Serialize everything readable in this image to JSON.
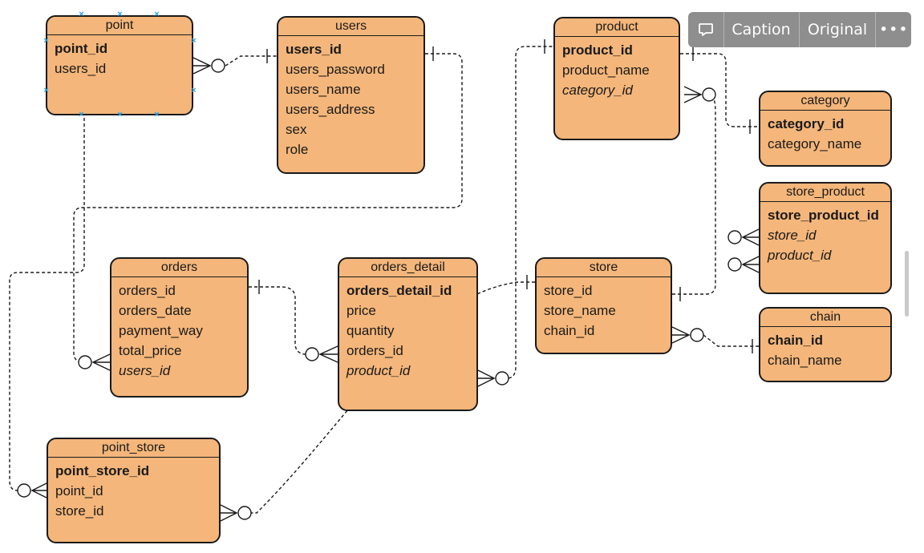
{
  "toolbar": {
    "comment_icon": "speech-bubble-icon",
    "caption_label": "Caption",
    "original_label": "Original",
    "more_icon": "•••"
  },
  "colors": {
    "entity_fill": "#f4b67a",
    "entity_border": "#1a1a1a",
    "selection_handle": "#29a3e6",
    "toolbar_bg": "#8e8e8e"
  },
  "entities": {
    "point": {
      "title": "point",
      "attrs": [
        "point_id",
        "users_id"
      ]
    },
    "users": {
      "title": "users",
      "attrs": [
        "users_id",
        "users_password",
        "users_name",
        "users_address",
        "sex",
        "role"
      ]
    },
    "product": {
      "title": "product",
      "attrs": [
        "product_id",
        "product_name",
        "category_id"
      ]
    },
    "category": {
      "title": "category",
      "attrs": [
        "category_id",
        "category_name"
      ]
    },
    "store_product": {
      "title": "store_product",
      "attrs": [
        "store_product_id",
        "store_id",
        "product_id"
      ]
    },
    "orders": {
      "title": "orders",
      "attrs": [
        "orders_id",
        "orders_date",
        "payment_way",
        "total_price",
        "users_id"
      ]
    },
    "orders_detail": {
      "title": "orders_detail",
      "attrs": [
        "orders_detail_id",
        "price",
        "quantity",
        "orders_id",
        "product_id"
      ]
    },
    "store": {
      "title": "store",
      "attrs": [
        "store_id",
        "store_name",
        "chain_id"
      ]
    },
    "chain": {
      "title": "chain",
      "attrs": [
        "chain_id",
        "chain_name"
      ]
    },
    "point_store": {
      "title": "point_store",
      "attrs": [
        "point_store_id",
        "point_id",
        "store_id"
      ]
    }
  }
}
